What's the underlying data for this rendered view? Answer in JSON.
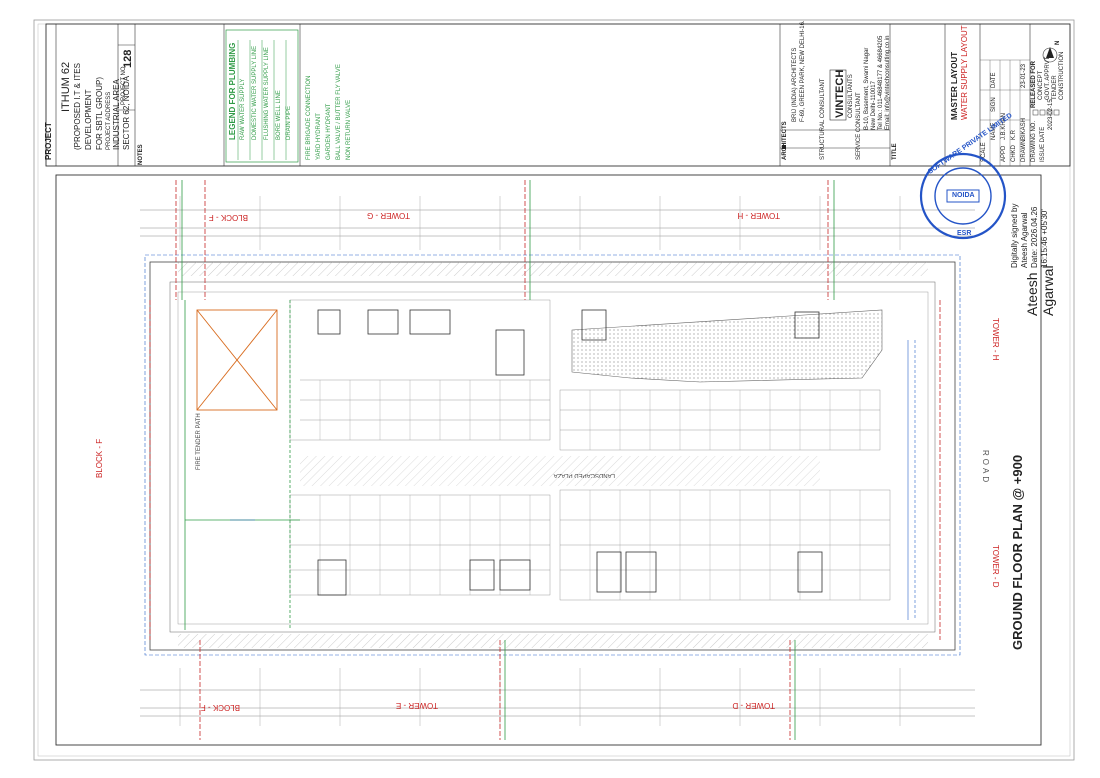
{
  "drawing": {
    "project_label": "PROJECT",
    "project_name": "ITHUM 62",
    "project_desc_1": "(PROPOSED I.T & ITES",
    "project_desc_2": "DEVELOPMENT",
    "project_desc_3": "FOR SBTL GROUP)",
    "project_address_label": "PROJECT ADDRESS",
    "project_address_1": "INDUSTRIAL AREA",
    "project_address_2": "SECTOR 62, NOIDA",
    "project_no_label": "PROJECT NO.",
    "project_no": "128",
    "notes_label": "NOTES",
    "legend_title": "LEGEND FOR PLUMBING",
    "legend": [
      {
        "sym": "",
        "label": "RAW WATER SUPPLY"
      },
      {
        "sym": "",
        "label": "DOMESTIC WATER SUPPLY LINE"
      },
      {
        "sym": "",
        "label": "FLUSHING WATER SUPPLY LINE"
      },
      {
        "sym": "",
        "label": "BORE WELL LINE"
      },
      {
        "sym": "",
        "label": "DRAIN PIPE"
      },
      {
        "sym": "",
        "label": "FIRE BRIGADE CONNECTION"
      },
      {
        "sym": "",
        "label": "YARD HYDRANT"
      },
      {
        "sym": "",
        "label": "GARDEN HYDRANT"
      },
      {
        "sym": "",
        "label": "BALL VALVE / BUTTER FLY VALVE"
      },
      {
        "sym": "",
        "label": "NON RETURN VALVE"
      }
    ],
    "architects_label": "ARCHITECTS",
    "architect_name": "BRIJ (INDIA) ARCHITECTS",
    "architect_addr": "F-69, GREEN PARK, NEW DELHI-16.",
    "structural_label": "STRUCTURAL CONSULTANT",
    "service_label": "SERVICE CONSULTANT",
    "firm_name": "VINTECH",
    "firm_sub": "CONSULTANTS",
    "firm_addr_1": "B-10, Basement, Swami Nagar",
    "firm_addr_2": "New Delhi-110017",
    "firm_tel": "Tel No.: 011-46848177 & 46684205",
    "firm_email": "Email: info@vintechconsulting.co.in",
    "title_label": "TITLE",
    "title_main": "MASTER LAYOUT",
    "title_sub": "WATER SUPPLY LAYOUT",
    "scale_label": "SCALE",
    "name_col": "NAME",
    "sign_col": "SIGN",
    "date_col": "DATE",
    "approved": "APPD",
    "approved_name": "J.B.KHAN",
    "checked": "CHKD",
    "checked_name": "K.R",
    "drawn": "DRAWN",
    "drawn_name": "BIKASH",
    "drawn_date": "23-01-23",
    "drawing_no_label": "DRAWING NO.",
    "issue_date_label": "ISSUE DATE",
    "issue_date": "2023-02-15",
    "released_for": "RELEASED FOR",
    "release_options": [
      "CONCEPT",
      "GOVT. APPRVT",
      "TENDER",
      "CONSTRUCTION"
    ],
    "north": "N"
  },
  "plan": {
    "tower_g": "TOWER - G",
    "tower_h_top": "TOWER - H",
    "tower_h_right": "TOWER - H",
    "tower_d_right": "TOWER - D",
    "tower_e": "TOWER - E",
    "tower_d_bottom": "TOWER - D",
    "block_f_top": "BLOCK - F",
    "block_f_left": "BLOCK - F",
    "block_f_bottom": "BLOCK - F",
    "road": "ROAD",
    "plaza": "LANDSCAPED PLAZA",
    "fire_tender": "FIRE TENDER PATH",
    "plan_title": "GROUND FLOOR PLAN @ +900"
  },
  "signature": {
    "name_line_1": "Ateesh",
    "name_line_2": "Agarwal",
    "digi_1": "Digitally signed by",
    "digi_2": "Ateesh Agarwal",
    "digi_3": "Date: 2026.04.26",
    "digi_4": "16:15:46 +05'30'"
  },
  "stamp": {
    "text_1": "SOFTWARE PRIVATE LIMITED",
    "text_2": "NOIDA",
    "text_3": "ESR"
  },
  "colors": {
    "line": "#2a2a2a",
    "light": "#9a9a9a",
    "green": "#2f9b46",
    "red": "#c62828",
    "blue": "#2a63c9",
    "stamp": "#2454c7",
    "orange": "#d86b1e"
  }
}
